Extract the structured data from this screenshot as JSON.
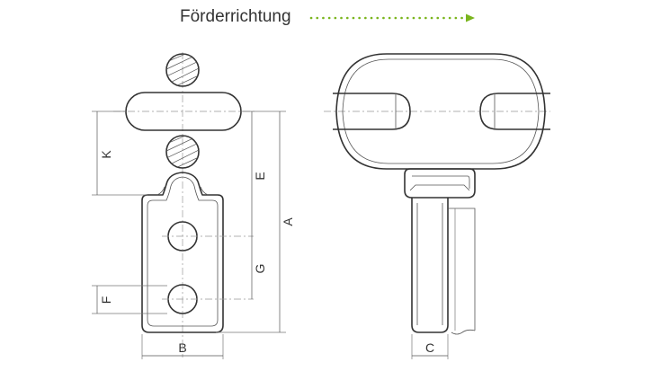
{
  "direction": {
    "label": "Förderrichtung",
    "arrow_color": "#7ab51d"
  },
  "dimensions": {
    "A": "A",
    "B": "B",
    "C": "C",
    "E": "E",
    "F": "F",
    "G": "G",
    "K": "K"
  },
  "colors": {
    "line": "#333333",
    "dimension": "#555555"
  }
}
